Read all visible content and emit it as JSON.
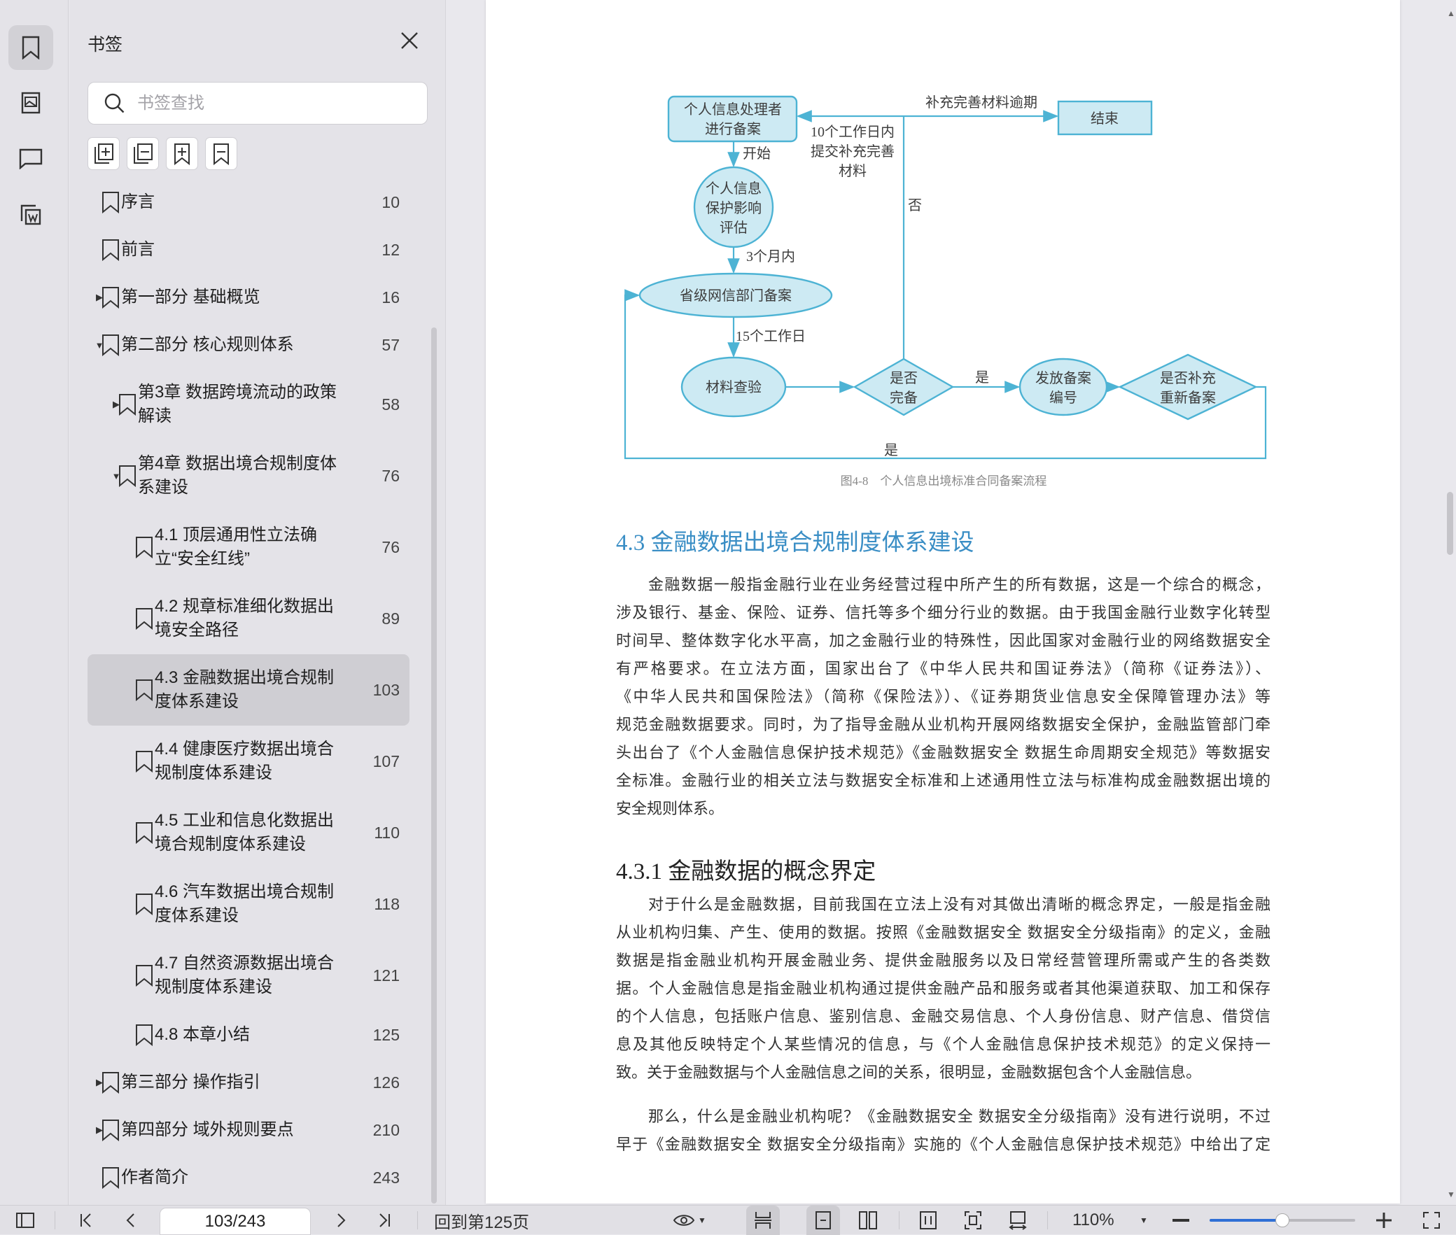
{
  "sidebar": {
    "title": "书签",
    "search_placeholder": "书签查找",
    "items": [
      {
        "label": "序言",
        "page": "10",
        "level": 0,
        "expand": "none",
        "lines": 1
      },
      {
        "label": "前言",
        "page": "12",
        "level": 0,
        "expand": "none",
        "lines": 1
      },
      {
        "label": "第一部分 基础概览",
        "page": "16",
        "level": 0,
        "expand": "collapsed",
        "lines": 1
      },
      {
        "label": "第二部分 核心规则体系",
        "page": "57",
        "level": 0,
        "expand": "expanded",
        "lines": 1
      },
      {
        "label": "第3章 数据跨境流动的政策解读",
        "page": "58",
        "level": 1,
        "expand": "collapsed",
        "lines": 2
      },
      {
        "label": "第4章 数据出境合规制度体系建设",
        "page": "76",
        "level": 1,
        "expand": "expanded",
        "lines": 2
      },
      {
        "label": "4.1 顶层通用性立法确立“安全红线”",
        "page": "76",
        "level": 2,
        "expand": "none",
        "lines": 2
      },
      {
        "label": "4.2 规章标准细化数据出境安全路径",
        "page": "89",
        "level": 2,
        "expand": "none",
        "lines": 2
      },
      {
        "label": "4.3 金融数据出境合规制度体系建设",
        "page": "103",
        "level": 2,
        "expand": "none",
        "lines": 2,
        "selected": true
      },
      {
        "label": "4.4 健康医疗数据出境合规制度体系建设",
        "page": "107",
        "level": 2,
        "expand": "none",
        "lines": 2
      },
      {
        "label": "4.5 工业和信息化数据出境合规制度体系建设",
        "page": "110",
        "level": 2,
        "expand": "none",
        "lines": 2
      },
      {
        "label": "4.6 汽车数据出境合规制度体系建设",
        "page": "118",
        "level": 2,
        "expand": "none",
        "lines": 2
      },
      {
        "label": "4.7 自然资源数据出境合规制度体系建设",
        "page": "121",
        "level": 2,
        "expand": "none",
        "lines": 2
      },
      {
        "label": "4.8 本章小结",
        "page": "125",
        "level": 2,
        "expand": "none",
        "lines": 1
      },
      {
        "label": "第三部分 操作指引",
        "page": "126",
        "level": 0,
        "expand": "collapsed",
        "lines": 1
      },
      {
        "label": "第四部分 域外规则要点",
        "page": "210",
        "level": 0,
        "expand": "collapsed",
        "lines": 1
      },
      {
        "label": "作者简介",
        "page": "243",
        "level": 0,
        "expand": "none",
        "lines": 1
      }
    ]
  },
  "figure": {
    "start_box": [
      "个人信息处理者",
      "进行备案"
    ],
    "end_box": "结束",
    "overdue_label": "补充完善材料逾期",
    "resubmit_label": [
      "10个工作日内",
      "提交补充完善",
      "材料"
    ],
    "no_label": "否",
    "start_label": "开始",
    "assessment": [
      "个人信息",
      "保护影响",
      "评估"
    ],
    "months_label": "3个月内",
    "filing": "省级网信部门备案",
    "days_label": "15个工作日",
    "check": "材料查验",
    "complete": [
      "是否",
      "完备"
    ],
    "yes_label": "是",
    "issue": [
      "发放备案",
      "编号"
    ],
    "refile": [
      "是否补充",
      "重新备案"
    ],
    "loop_yes_label": "是",
    "caption": "图4-8　个人信息出境标准合同备案流程"
  },
  "document": {
    "heading_43": "4.3 金融数据出境合规制度体系建设",
    "para1": [
      "金融数据一般指金融行业在业务经营过程中所产生的所有数据，这是一个综合的概念，",
      "涉及银行、基金、保险、证券、信托等多个细分行业的数据。由于我国金融行业数字化转型",
      "时间早、整体数字化水平高，加之金融行业的特殊性，因此国家对金融行业的网络数据安全",
      "有严格要求。在立法方面，国家出台了《中华人民共和国证券法》（简称《证券法》）、",
      "《中华人民共和国保险法》（简称《保险法》）、《证券期货业信息安全保障管理办法》等",
      "规范金融数据要求。同时，为了指导金融从业机构开展网络数据安全保护，金融监管部门牵",
      "头出台了《个人金融信息保护技术规范》《金融数据安全 数据生命周期安全规范》等数据安",
      "全标准。金融行业的相关立法与数据安全标准和上述通用性立法与标准构成金融数据出境的",
      "安全规则体系。"
    ],
    "heading_431": "4.3.1 金融数据的概念界定",
    "para2": [
      "对于什么是金融数据，目前我国在立法上没有对其做出清晰的概念界定，一般是指金融",
      "从业机构归集、产生、使用的数据。按照《金融数据安全 数据安全分级指南》的定义，金融",
      "数据是指金融业机构开展金融业务、提供金融服务以及日常经营管理所需或产生的各类数",
      "据。个人金融信息是指金融业机构通过提供金融产品和服务或者其他渠道获取、加工和保存",
      "的个人信息，包括账户信息、鉴别信息、金融交易信息、个人身份信息、财产信息、借贷信",
      "息及其他反映特定个人某些情况的信息，与《个人金融信息保护技术规范》的定义保持一",
      "致。关于金融数据与个人金融信息之间的关系，很明显，金融数据包含个人金融信息。"
    ],
    "para3": [
      "那么，什么是金融业机构呢？《金融数据安全 数据安全分级指南》没有进行说明，不过",
      "早于《金融数据安全 数据安全分级指南》实施的《个人金融信息保护技术规范》中给出了定"
    ]
  },
  "toolbar": {
    "page_indicator": "103/243",
    "back_to_page": "回到第125页",
    "zoom": "110%",
    "zoom_slider_fraction": 0.5
  },
  "colors": {
    "accent": "#2f6fd6",
    "heading": "#3a8ec5",
    "flow_stroke": "#4db3d4",
    "flow_fill": "#cdeaf3"
  }
}
